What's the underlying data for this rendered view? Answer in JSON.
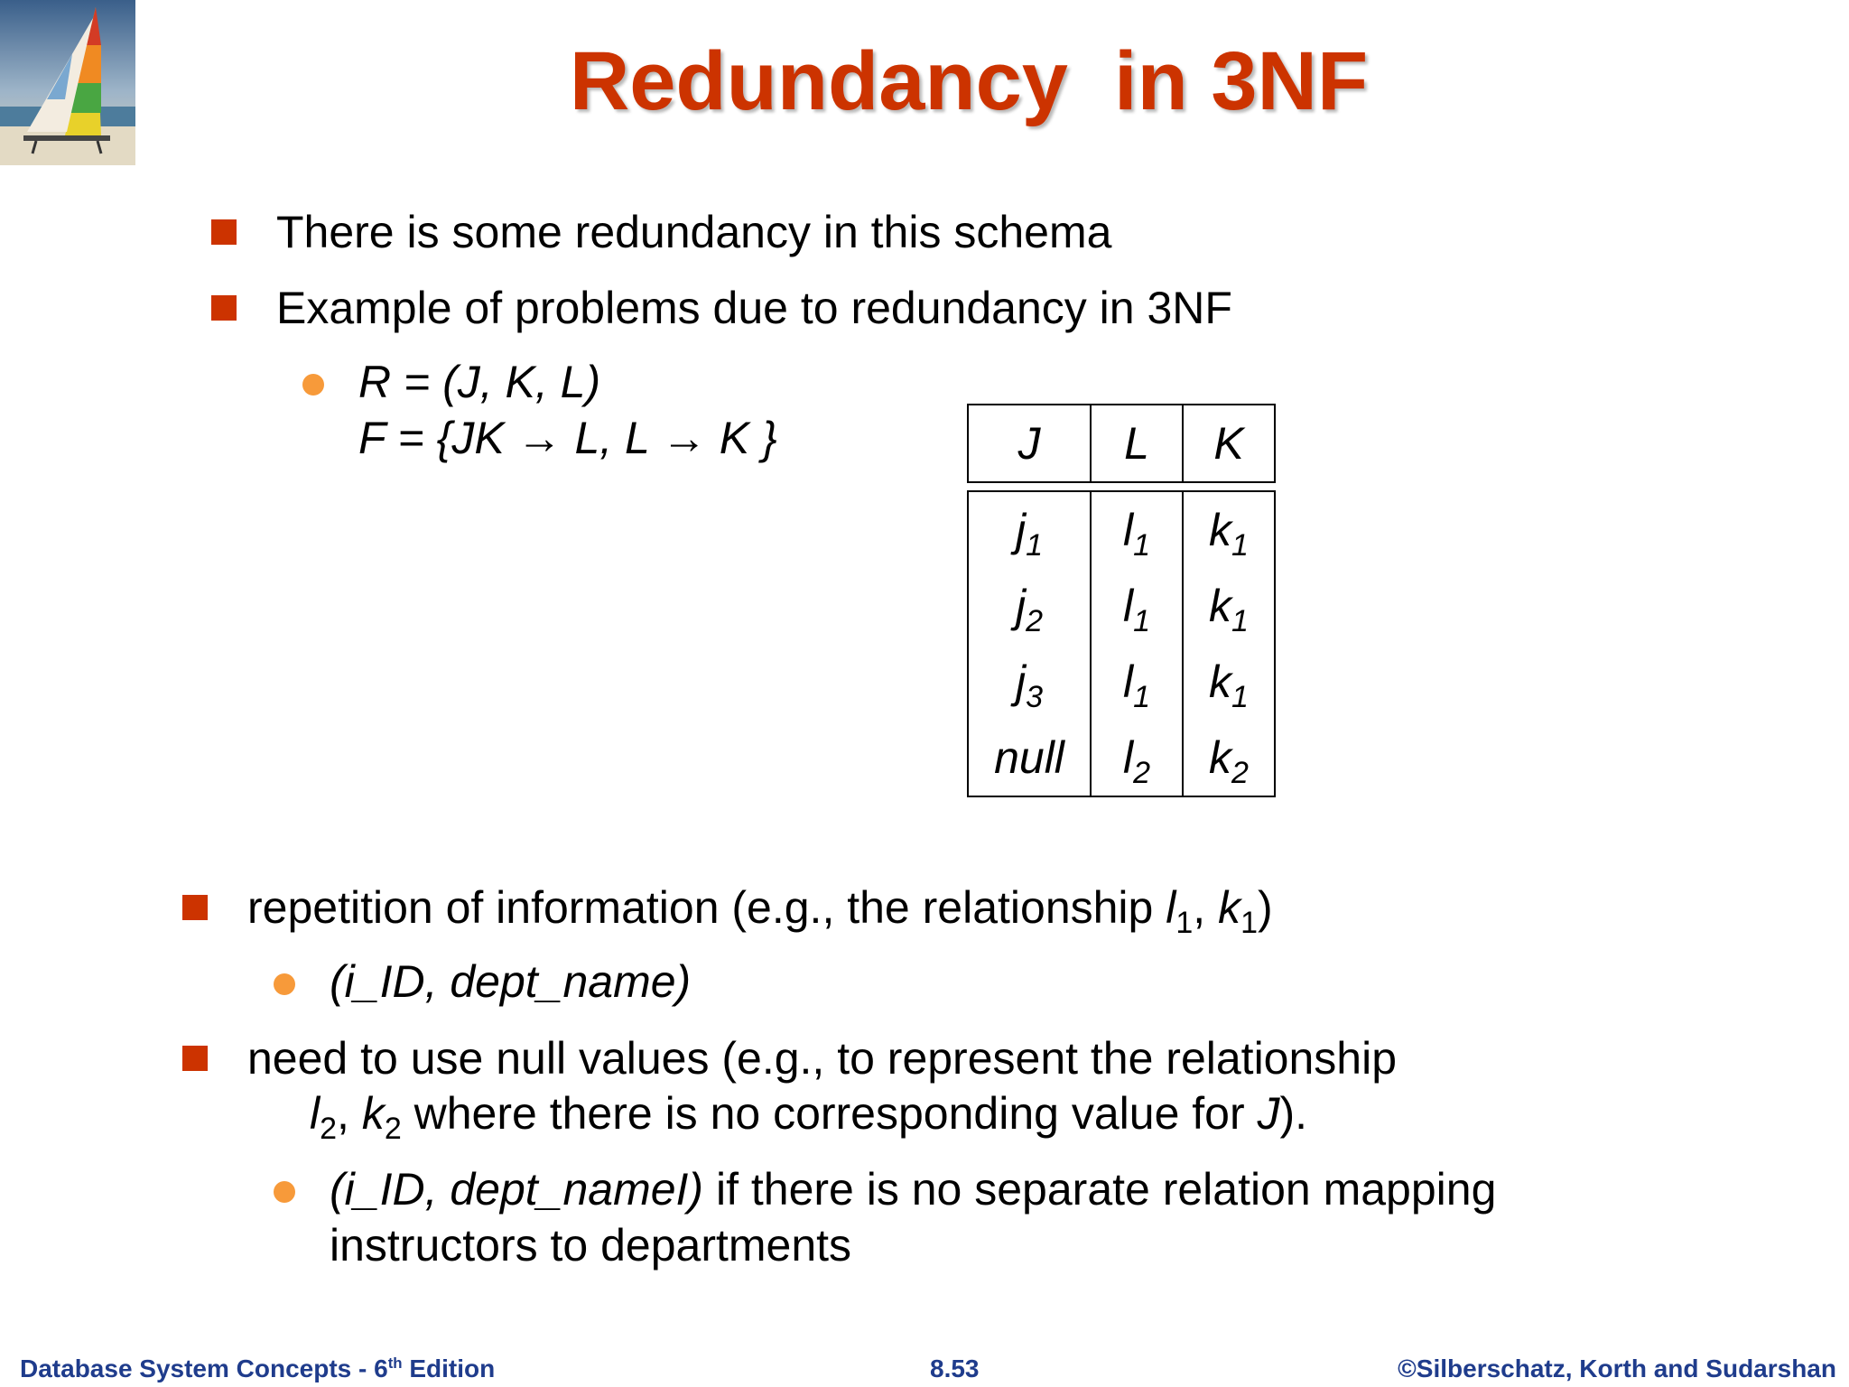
{
  "title": "Redundancy  in 3NF",
  "bullets": {
    "b1": "There is some redundancy in this schema",
    "b2": "Example of problems due to redundancy in 3NF",
    "sub_r": "R = (J, K, L)",
    "sub_f": "F = {JK → L, L → K }",
    "b3_text": "repetition of information (e.g., the relationship ",
    "b3_sub1": "(i_ID, dept_name)",
    "b4_line1": "need to use null values (e.g., to represent the relationship",
    "b4_line2_suffix": " where there is no corresponding value for ",
    "b4_line2_end": ").",
    "b4_sub_italic": "(i_ID, dept_nameI)",
    "b4_sub_rest": " if there is no separate relation mapping",
    "b4_sub_line2": "instructors to departments"
  },
  "table": {
    "headers": [
      "J",
      "L",
      "K"
    ],
    "rows": [
      {
        "j": "j",
        "j_sub": "1",
        "l": "l",
        "l_sub": "1",
        "k": "k",
        "k_sub": "1"
      },
      {
        "j": "j",
        "j_sub": "2",
        "l": "l",
        "l_sub": "1",
        "k": "k",
        "k_sub": "1"
      },
      {
        "j": "j",
        "j_sub": "3",
        "l": "l",
        "l_sub": "1",
        "k": "k",
        "k_sub": "1"
      },
      {
        "j": "null",
        "j_sub": "",
        "l": "l",
        "l_sub": "2",
        "k": "k",
        "k_sub": "2"
      }
    ]
  },
  "symbols": {
    "l": "l",
    "k": "k",
    "one": "1",
    "two": "2",
    "J": "J",
    "comma": ", ",
    "close": ")"
  },
  "footer": {
    "left_main": "Database System Concepts - 6",
    "left_sup": "th",
    "left_end": " Edition",
    "center": "8.53",
    "right": "©Silberschatz, Korth and Sudarshan"
  },
  "colors": {
    "title": "#cc3300",
    "square_bullet": "#cc3300",
    "round_bullet": "#f79a3a",
    "footer": "#1f3c8c"
  }
}
